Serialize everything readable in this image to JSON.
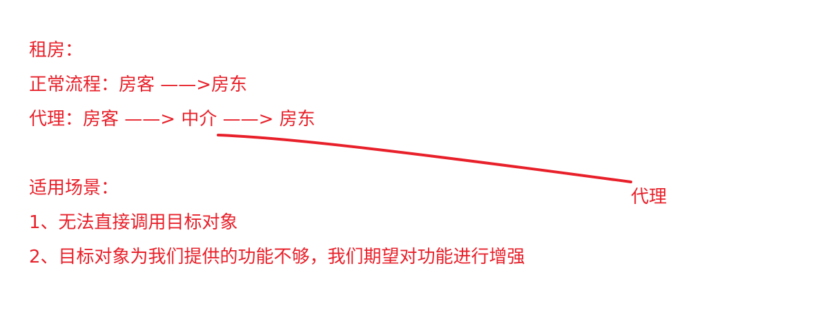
{
  "section1": {
    "heading": "租房：",
    "normal_flow": "正常流程：房客 ——>房东",
    "proxy_flow": "代理：房客 ——> 中介 ——> 房东"
  },
  "section2": {
    "heading": "适用场景：",
    "items": [
      "1、无法直接调用目标对象",
      "2、目标对象为我们提供的功能不够，我们期望对功能进行增强"
    ]
  },
  "annotation": {
    "label": "代理",
    "color": "#e8202a"
  }
}
